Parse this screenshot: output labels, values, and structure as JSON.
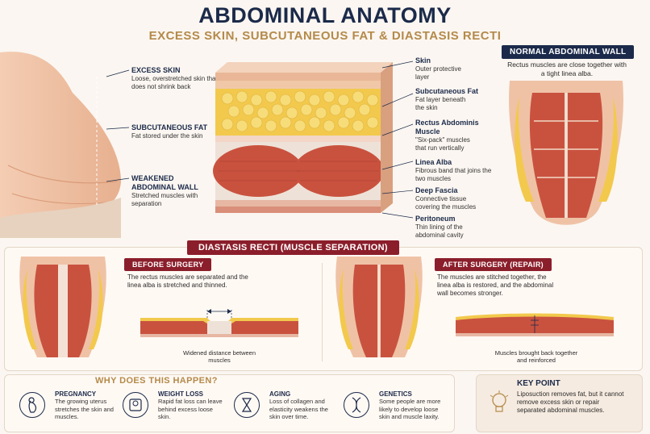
{
  "header": {
    "title": "ABDOMINAL ANATOMY",
    "subtitle": "EXCESS SKIN, SUBCUTANEOUS FAT & DIASTASIS RECTI"
  },
  "left_callouts": [
    {
      "heading": "EXCESS SKIN",
      "text": "Loose, overstretched skin that does not shrink back"
    },
    {
      "heading": "SUBCUTANEOUS FAT",
      "text": "Fat stored under the skin"
    },
    {
      "heading": "WEAKENED ABDOMINAL WALL",
      "text": "Stretched muscles with separation"
    }
  ],
  "layers": [
    {
      "heading": "Skin",
      "text": "Outer protective layer"
    },
    {
      "heading": "Subcutaneous Fat",
      "text": "Fat layer beneath the skin"
    },
    {
      "heading": "Rectus Abdominis Muscle",
      "text": "\"Six-pack\" muscles that run vertically"
    },
    {
      "heading": "Linea Alba",
      "text": "Fibrous band that joins the two muscles"
    },
    {
      "heading": "Deep Fascia",
      "text": "Connective tissue covering the muscles"
    },
    {
      "heading": "Peritoneum",
      "text": "Thin lining of the abdominal cavity"
    }
  ],
  "normal": {
    "badge": "NORMAL ABDOMINAL WALL",
    "text": "Rectus muscles are close together with a tight linea alba."
  },
  "diastasis": {
    "banner": "DIASTASIS RECTI (MUSCLE SEPARATION)",
    "before": {
      "badge": "BEFORE SURGERY",
      "text": "The rectus muscles are separated and the linea alba is stretched and thinned.",
      "caption": "Widened distance between muscles"
    },
    "after": {
      "badge": "AFTER SURGERY (REPAIR)",
      "text": "The muscles are stitched together, the linea alba is restored, and the abdominal wall becomes stronger.",
      "caption": "Muscles brought back together and reinforced"
    }
  },
  "why": {
    "title": "WHY DOES THIS HAPPEN?",
    "items": [
      {
        "icon": "pregnancy-icon",
        "heading": "PREGNANCY",
        "text": "The growing uterus stretches the skin and muscles."
      },
      {
        "icon": "scale-icon",
        "heading": "WEIGHT LOSS",
        "text": "Rapid fat loss can leave behind excess loose skin."
      },
      {
        "icon": "hourglass-icon",
        "heading": "AGING",
        "text": "Loss of collagen and elasticity weakens the skin over time."
      },
      {
        "icon": "dna-icon",
        "heading": "GENETICS",
        "text": "Some people are more likely to develop loose skin and muscle laxity."
      }
    ]
  },
  "key_point": {
    "icon": "lightbulb-icon",
    "heading": "KEY POINT",
    "text": "Liposuction removes fat, but it cannot remove excess skin or repair separated abdominal muscles."
  },
  "colors": {
    "navy": "#1b2a4a",
    "gold": "#b48a4a",
    "red_badge": "#8b1e2b",
    "muscle": "#c9523f",
    "fat": "#f2c94c",
    "skin": "#efc2a6"
  }
}
